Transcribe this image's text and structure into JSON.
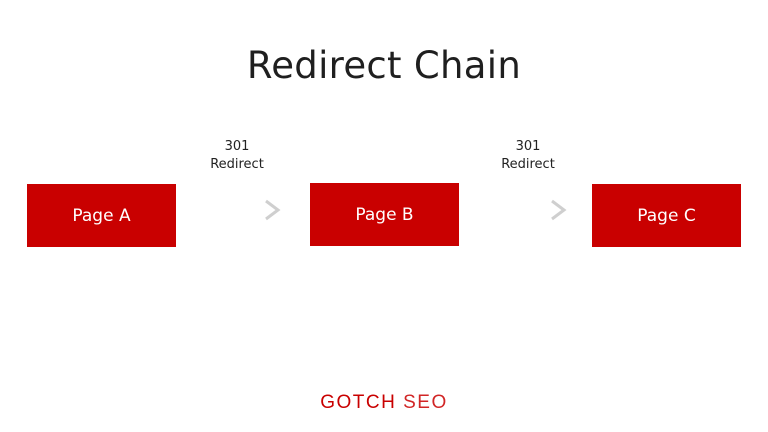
{
  "title": "Redirect Chain",
  "nodes": [
    {
      "label": "Page A"
    },
    {
      "label": "Page B"
    },
    {
      "label": "Page C"
    }
  ],
  "edges": [
    {
      "code": "301",
      "label": "Redirect"
    },
    {
      "code": "301",
      "label": "Redirect"
    }
  ],
  "brand": {
    "part1": "GOTCH",
    "part2": "SEO"
  },
  "colors": {
    "node_fill": "#c90000",
    "node_text": "#ffffff",
    "arrow": "#d9d9d9",
    "brand": "#c90000"
  }
}
